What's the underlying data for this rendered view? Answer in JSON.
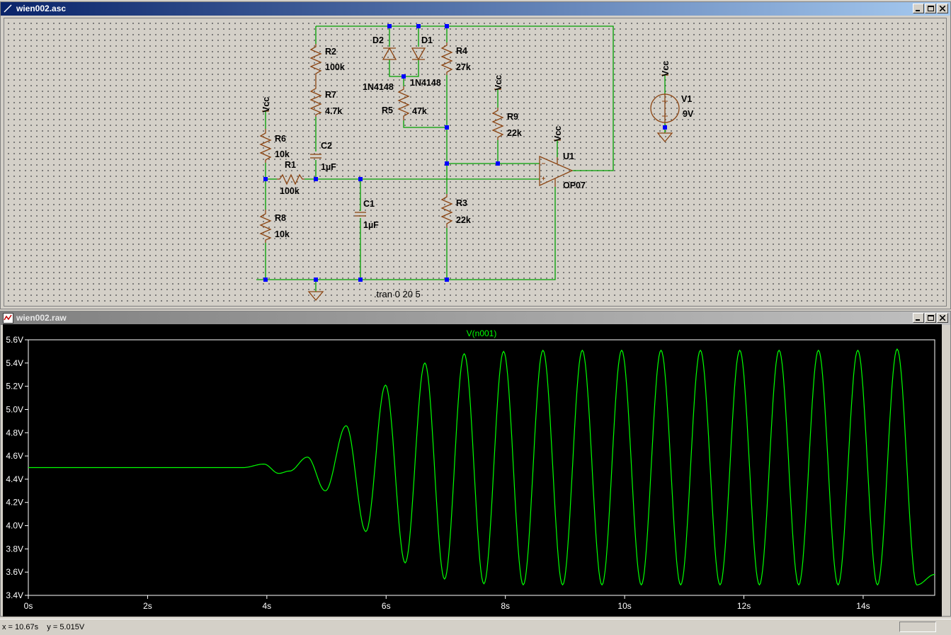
{
  "schematic_window": {
    "title": "wien002.asc",
    "components": {
      "R2": {
        "name": "R2",
        "value": "100k"
      },
      "R7": {
        "name": "R7",
        "value": "4.7k"
      },
      "C2": {
        "name": "C2",
        "value": "1µF"
      },
      "R6": {
        "name": "R6",
        "value": "10k"
      },
      "R1": {
        "name": "R1",
        "value": "100k"
      },
      "R8": {
        "name": "R8",
        "value": "10k"
      },
      "C1": {
        "name": "C1",
        "value": "1µF"
      },
      "D2": {
        "name": "D2",
        "value": "1N4148"
      },
      "D1": {
        "name": "D1",
        "value": "1N4148"
      },
      "R5": {
        "name": "R5",
        "value": "47k"
      },
      "R4": {
        "name": "R4",
        "value": "27k"
      },
      "R3": {
        "name": "R3",
        "value": "22k"
      },
      "R9": {
        "name": "R9",
        "value": "22k"
      },
      "U1": {
        "name": "U1",
        "value": "OP07"
      },
      "V1": {
        "name": "V1",
        "value": "9V"
      }
    },
    "net_label": "Vcc",
    "sim_directive": ".tran 0 20 5",
    "colors": {
      "wire": "#00a000",
      "component": "#8b4513",
      "node": "#0000ff",
      "text": "#000000"
    }
  },
  "waveform_window": {
    "title": "wien002.raw",
    "colors": {
      "background": "#000000",
      "trace": "#00ff00",
      "axis": "#ffffff"
    }
  },
  "chart_data": {
    "type": "line",
    "title": "V(n001)",
    "x_ticks": [
      "0s",
      "2s",
      "4s",
      "6s",
      "8s",
      "10s",
      "12s",
      "14s"
    ],
    "y_ticks": [
      "3.4V",
      "3.6V",
      "3.8V",
      "4.0V",
      "4.2V",
      "4.4V",
      "4.6V",
      "4.8V",
      "5.0V",
      "5.2V",
      "5.4V",
      "5.6V"
    ],
    "xlim": [
      0,
      15.2
    ],
    "ylim": [
      3.4,
      5.6
    ],
    "series": [
      {
        "name": "V(n001)",
        "color": "#00ff00",
        "x": [
          0,
          3.6,
          3.95,
          4.2,
          4.38,
          4.68,
          4.98,
          5.33,
          5.66,
          5.99,
          6.32,
          6.65,
          6.98,
          7.31,
          7.64,
          7.97,
          8.3,
          8.63,
          8.96,
          9.29,
          9.62,
          9.95,
          10.28,
          10.61,
          10.94,
          11.27,
          11.6,
          11.93,
          12.26,
          12.59,
          12.92,
          13.25,
          13.58,
          13.91,
          14.24,
          14.57,
          14.9,
          15.2
        ],
        "y": [
          4.5,
          4.5,
          4.53,
          4.45,
          4.47,
          4.59,
          4.3,
          4.86,
          3.95,
          5.21,
          3.68,
          5.4,
          3.54,
          5.48,
          3.5,
          5.5,
          3.49,
          5.51,
          3.49,
          5.51,
          3.49,
          5.51,
          3.49,
          5.51,
          3.49,
          5.51,
          3.49,
          5.51,
          3.49,
          5.51,
          3.49,
          5.51,
          3.49,
          5.51,
          3.49,
          5.52,
          3.49,
          3.58
        ]
      }
    ]
  },
  "statusbar": {
    "text": "x = 10.67s    y = 5.015V"
  }
}
